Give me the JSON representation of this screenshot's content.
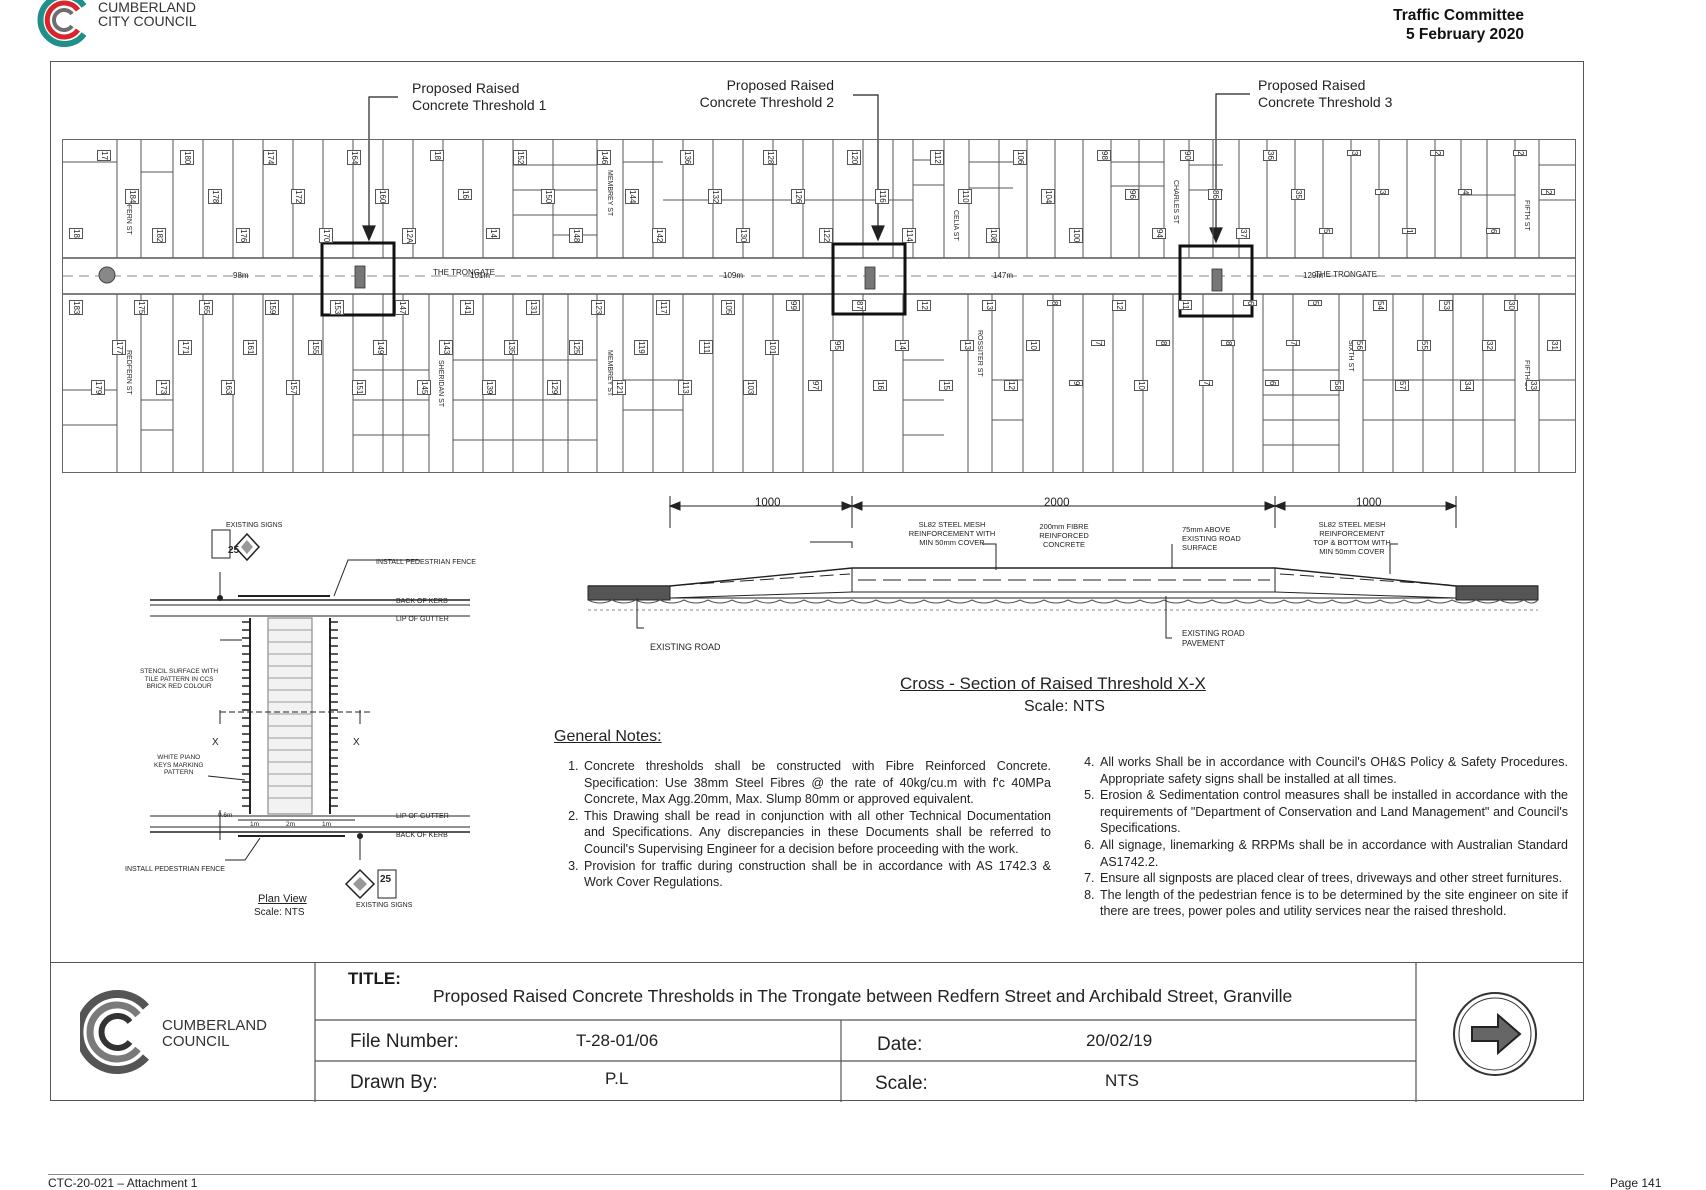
{
  "header": {
    "logo_line1": "CUMBERLAND",
    "logo_line2": "CITY COUNCIL",
    "committee": "Traffic Committee",
    "date": "5 February 2020"
  },
  "callouts": [
    {
      "line1": "Proposed Raised",
      "line2": "Concrete Threshold 1"
    },
    {
      "line1": "Proposed Raised",
      "line2": "Concrete  Threshold 2"
    },
    {
      "line1": "Proposed Raised",
      "line2": "Concrete Threshold 3"
    }
  ],
  "map": {
    "road_name": "THE TRONGATE",
    "streets": [
      "REDFERN ST",
      "SHERIDAN ST",
      "MEMBREY ST",
      "CELIA ST",
      "ROSSITER ST",
      "CHARLES ST",
      "SIXTH ST",
      "FIFTH ST"
    ],
    "distances": [
      "98m",
      "101m",
      "109m",
      "147m",
      "129m"
    ],
    "lots_north": [
      "18",
      "17",
      "184",
      "182",
      "180",
      "178",
      "176",
      "174",
      "172",
      "170",
      "164",
      "160",
      "12A",
      "18",
      "16",
      "14",
      "152",
      "150",
      "148",
      "146",
      "144",
      "142",
      "136",
      "132",
      "130",
      "128",
      "126",
      "122",
      "120",
      "116",
      "114",
      "112",
      "110",
      "108",
      "106",
      "104",
      "100",
      "98",
      "96",
      "94",
      "90",
      "86",
      "37",
      "36",
      "35",
      "5",
      "3",
      "3",
      "1",
      "2",
      "4",
      "6",
      "2",
      "2"
    ],
    "lots_south": [
      "183",
      "179",
      "177",
      "175",
      "173",
      "171",
      "165",
      "163",
      "161",
      "159",
      "157",
      "155",
      "153",
      "151",
      "149",
      "147",
      "145",
      "143",
      "141",
      "139",
      "135",
      "131",
      "129",
      "125",
      "123",
      "121",
      "119",
      "117",
      "113",
      "111",
      "105",
      "103",
      "101",
      "99",
      "97",
      "95",
      "87",
      "16",
      "14",
      "12",
      "15",
      "13",
      "13",
      "12",
      "10",
      "8",
      "9",
      "7",
      "12",
      "10",
      "8",
      "11",
      "7",
      "8",
      "6",
      "6",
      "7",
      "5",
      "58",
      "56",
      "54",
      "57",
      "55",
      "53",
      "34",
      "32",
      "30",
      "33",
      "31"
    ]
  },
  "cross_section": {
    "dim_left": "1000",
    "dim_mid": "2000",
    "dim_right": "1000",
    "label_mesh_left": [
      "SL82 STEEL MESH",
      "REINFORCEMENT WITH",
      "MIN 50mm COVER"
    ],
    "label_fibre": [
      "200mm FIBRE",
      "REINFORCED",
      "CONCRETE"
    ],
    "label_above": [
      "75mm ABOVE",
      "EXISTING ROAD",
      "SURFACE"
    ],
    "label_mesh_right": [
      "SL82 STEEL MESH",
      "REINFORCEMENT",
      "TOP & BOTTOM WITH",
      "MIN 50mm COVER"
    ],
    "label_existing_road": "EXISTING ROAD",
    "label_pavement": [
      "EXISTING ROAD",
      "PAVEMENT"
    ],
    "title": "Cross - Section of Raised Threshold X-X",
    "scale": "Scale: NTS"
  },
  "plan": {
    "existing_signs_top": "EXISTING SIGNS",
    "existing_signs_bottom": "EXISTING SIGNS",
    "sign_speed": "25",
    "fence_top": "INSTALL PEDESTRIAN FENCE",
    "fence_bottom": "INSTALL PEDESTRIAN FENCE",
    "back_of_kerb": "BACK OF KERB",
    "lip_of_gutter": "LIP OF GUTTER",
    "stencil": [
      "STENCIL SURFACE WITH",
      "TILE PATTERN IN CCS",
      "BRICK RED COLOUR"
    ],
    "piano": [
      "WHITE PIANO",
      "KEYS MARKING",
      "PATTERN"
    ],
    "x_label": "X",
    "dims": [
      "0.6m",
      "1m",
      "2m",
      "1m"
    ],
    "title": "Plan View",
    "scale": "Scale: NTS"
  },
  "notes": {
    "heading": "General Notes:",
    "left": [
      "Concrete thresholds shall be constructed with Fibre Reinforced Concrete. Specification: Use 38mm Steel Fibres @ the rate of 40kg/cu.m with f'c 40MPa Concrete, Max Agg.20mm, Max. Slump 80mm or approved equivalent.",
      "This Drawing shall be read in conjunction with all other Technical Documentation and Specifications. Any discrepancies in these Documents shall be referred to Council's Supervising Engineer for a decision before proceeding with the work.",
      "Provision for traffic during construction shall be in accordance with AS 1742.3 & Work Cover Regulations."
    ],
    "right": [
      "All works Shall be in accordance with Council's OH&S Policy & Safety Procedures. Appropriate safety signs shall be installed at all times.",
      "Erosion & Sedimentation control measures shall be installed in accordance with the requirements of \"Department of Conservation and Land Management\" and Council's Specifications.",
      "All signage, linemarking & RRPMs shall be in accordance with Australian Standard AS1742.2.",
      "Ensure all signposts are placed clear of trees, driveways and other street furnitures.",
      "The length of the pedestrian fence is to be determined by the site engineer on site if there are trees, power poles and utility services near the raised threshold."
    ]
  },
  "title_block": {
    "logo_line1": "CUMBERLAND",
    "logo_line2": "COUNCIL",
    "title_label": "TITLE:",
    "title": "Proposed Raised Concrete Thresholds in The Trongate between Redfern Street and Archibald Street, Granville",
    "file_label": "File Number:",
    "file_value": "T-28-01/06",
    "date_label": "Date:",
    "date_value": "20/02/19",
    "drawn_label": "Drawn By:",
    "drawn_value": "P.L",
    "scale_label": "Scale:",
    "scale_value": "NTS"
  },
  "footer": {
    "left": "CTC-20-021 – Attachment 1",
    "right": "Page 141"
  },
  "colors": {
    "logo_teal": "#1f8f8a",
    "logo_red": "#d8242b",
    "logo_grey": "#6d6e70"
  }
}
